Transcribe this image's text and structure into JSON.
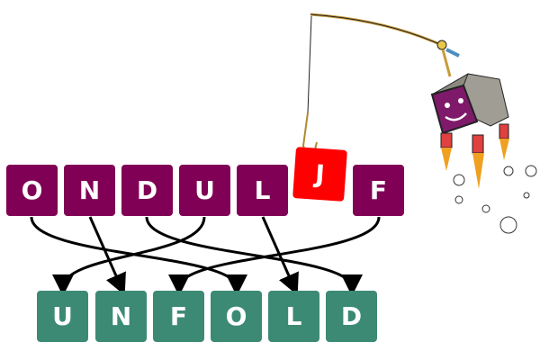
{
  "scrambled_letters": [
    "O",
    "N",
    "D",
    "U",
    "L",
    "J",
    "F"
  ],
  "hooked_letter": "J",
  "answer_letters": [
    "U",
    "N",
    "F",
    "O",
    "L",
    "D"
  ],
  "mapping": [
    {
      "from": 0,
      "to": 3
    },
    {
      "from": 1,
      "to": 1
    },
    {
      "from": 2,
      "to": 5
    },
    {
      "from": 3,
      "to": 0
    },
    {
      "from": 4,
      "to": 4
    },
    {
      "from": 6,
      "to": 2
    }
  ],
  "colors": {
    "scrambled": "#7f0055",
    "answer": "#3c8a74",
    "hooked": "#ff0000",
    "robot": "#7f1a6a"
  }
}
